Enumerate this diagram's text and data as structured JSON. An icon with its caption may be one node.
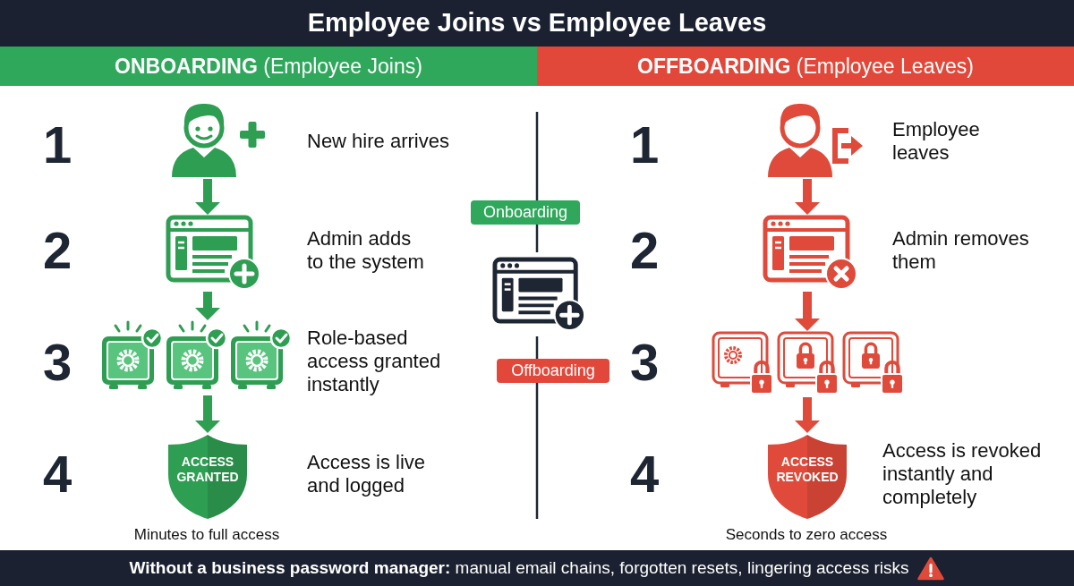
{
  "diagram": {
    "title": "Employee Joins vs Employee Leaves",
    "caption": "**Without a business password manager:** manual email chains, forgotten resets, lingering access risks",
    "nodes": [
      {
        "text": [
          "**ONBOARDING** (Employee Joins)"
        ]
      },
      {
        "text": [
          "**OFFBOARDING** (Employee Leaves)"
        ]
      },
      {
        "text": [],
        "shape": "picture",
        "beside": [
          "New hire arrives"
        ]
      },
      {
        "text": [],
        "shape": "picture",
        "beside": [
          "Admin adds to the system"
        ]
      },
      {
        "text": [],
        "shape": "picture",
        "beside": [
          "Role-based access granted instantly"
        ]
      },
      {
        "text": [
          "ACCESS GRANTED"
        ],
        "beside": [
          "Access is live and logged",
          "Minutes to full access"
        ]
      },
      {
        "text": [
          "Onboarding"
        ]
      },
      {
        "text": [
          "Offboarding"
        ]
      },
      {
        "text": [],
        "shape": "picture",
        "beside": [
          "Employee leaves"
        ]
      },
      {
        "text": [],
        "shape": "picture",
        "beside": [
          "Admin removes them"
        ]
      },
      {
        "text": [],
        "shape": "picture"
      },
      {
        "text": [
          "ACCESS REVOKED"
        ],
        "beside": [
          "Access is revoked instantly and completely",
          "Seconds to zero access"
        ]
      }
    ],
    "edges": [
      {
        "from": 2,
        "to": 3,
        "arrow": "to",
        "color": "#2e9e52"
      },
      {
        "from": 3,
        "to": 4,
        "arrow": "to",
        "color": "#2e9e52"
      },
      {
        "from": 4,
        "to": 5,
        "arrow": "to",
        "color": "#2e9e52"
      },
      {
        "from": 8,
        "to": 9,
        "arrow": "to",
        "color": "#e04a3a"
      },
      {
        "from": 9,
        "to": 10,
        "arrow": "to",
        "color": "#e04a3a"
      },
      {
        "from": 10,
        "to": 11,
        "arrow": "to",
        "color": "#e04a3a"
      }
    ],
    "labels": [
      "1",
      "1",
      "2",
      "2",
      "3",
      "3",
      "4",
      "4"
    ]
  }
}
